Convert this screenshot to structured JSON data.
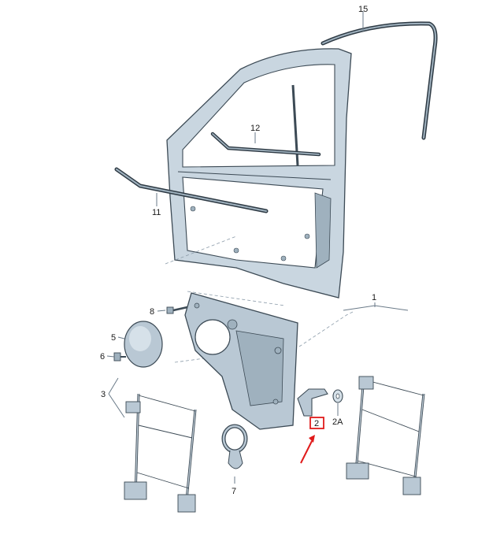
{
  "labels": {
    "p1": "1",
    "p2": "2",
    "p2a": "2A",
    "p3": "3",
    "p5": "5",
    "p6": "6",
    "p7": "7",
    "p8": "8",
    "p11": "11",
    "p12": "12",
    "p15": "15"
  },
  "colors": {
    "part_fill": "#c9d6e0",
    "part_dark": "#9fb1be",
    "outline": "#3c4a55",
    "highlight_box": "#e01b1b",
    "arrow": "#e01b1b"
  },
  "highlighted_part": "p2"
}
